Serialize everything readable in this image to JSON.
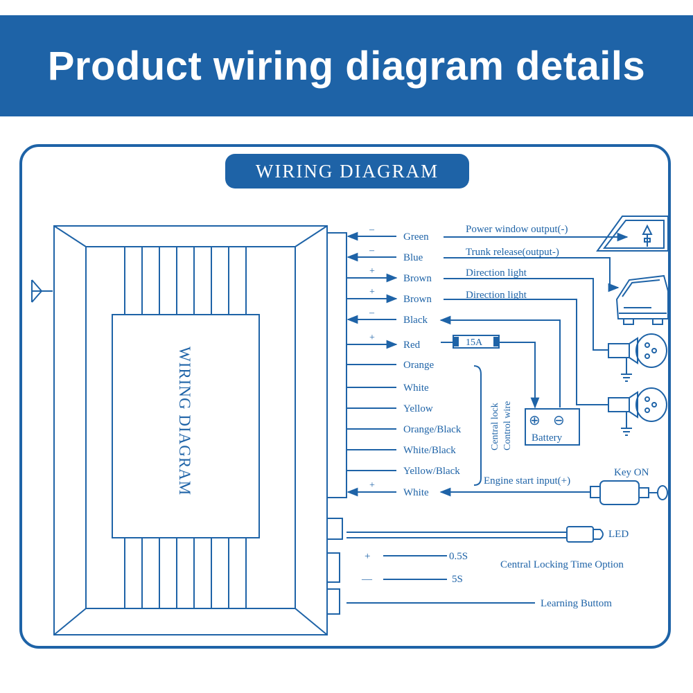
{
  "header": {
    "title": "Product wiring diagram details"
  },
  "diagram": {
    "title": "WIRING DIAGRAM",
    "unit_label": "WIRING DIAGRAM",
    "wires": [
      {
        "label": "Green",
        "polarity": "–"
      },
      {
        "label": "Blue",
        "polarity": "–"
      },
      {
        "label": "Brown",
        "polarity": "+"
      },
      {
        "label": "Brown",
        "polarity": "+"
      },
      {
        "label": "Black",
        "polarity": "–"
      },
      {
        "label": "Red",
        "polarity": "+"
      },
      {
        "label": "Orange",
        "polarity": ""
      },
      {
        "label": "White",
        "polarity": ""
      },
      {
        "label": "Yellow",
        "polarity": ""
      },
      {
        "label": "Orange/Black",
        "polarity": ""
      },
      {
        "label": "White/Black",
        "polarity": ""
      },
      {
        "label": "Yellow/Black",
        "polarity": ""
      },
      {
        "label": "White",
        "polarity": "+"
      }
    ],
    "annotations": {
      "power_window": "Power window output(-)",
      "trunk_release": "Trunk release(output-)",
      "direction_light_1": "Direction light",
      "direction_light_2": "Direction light",
      "fuse": "15A",
      "battery": "Battery",
      "battery_plus": "⊕",
      "battery_minus": "⊖",
      "central_lock_1": "Central lock",
      "central_lock_2": "Control wire",
      "engine_start": "Engine start input(+)",
      "key_on": "Key ON",
      "led": "LED",
      "time_plus": "+",
      "time_minus": "—",
      "time_fast": "0.5S",
      "time_slow": "5S",
      "time_option": "Central Locking Time Option",
      "learning": "Learning Buttom"
    }
  },
  "colors": {
    "accent": "#1e63a7",
    "background": "#ffffff"
  }
}
